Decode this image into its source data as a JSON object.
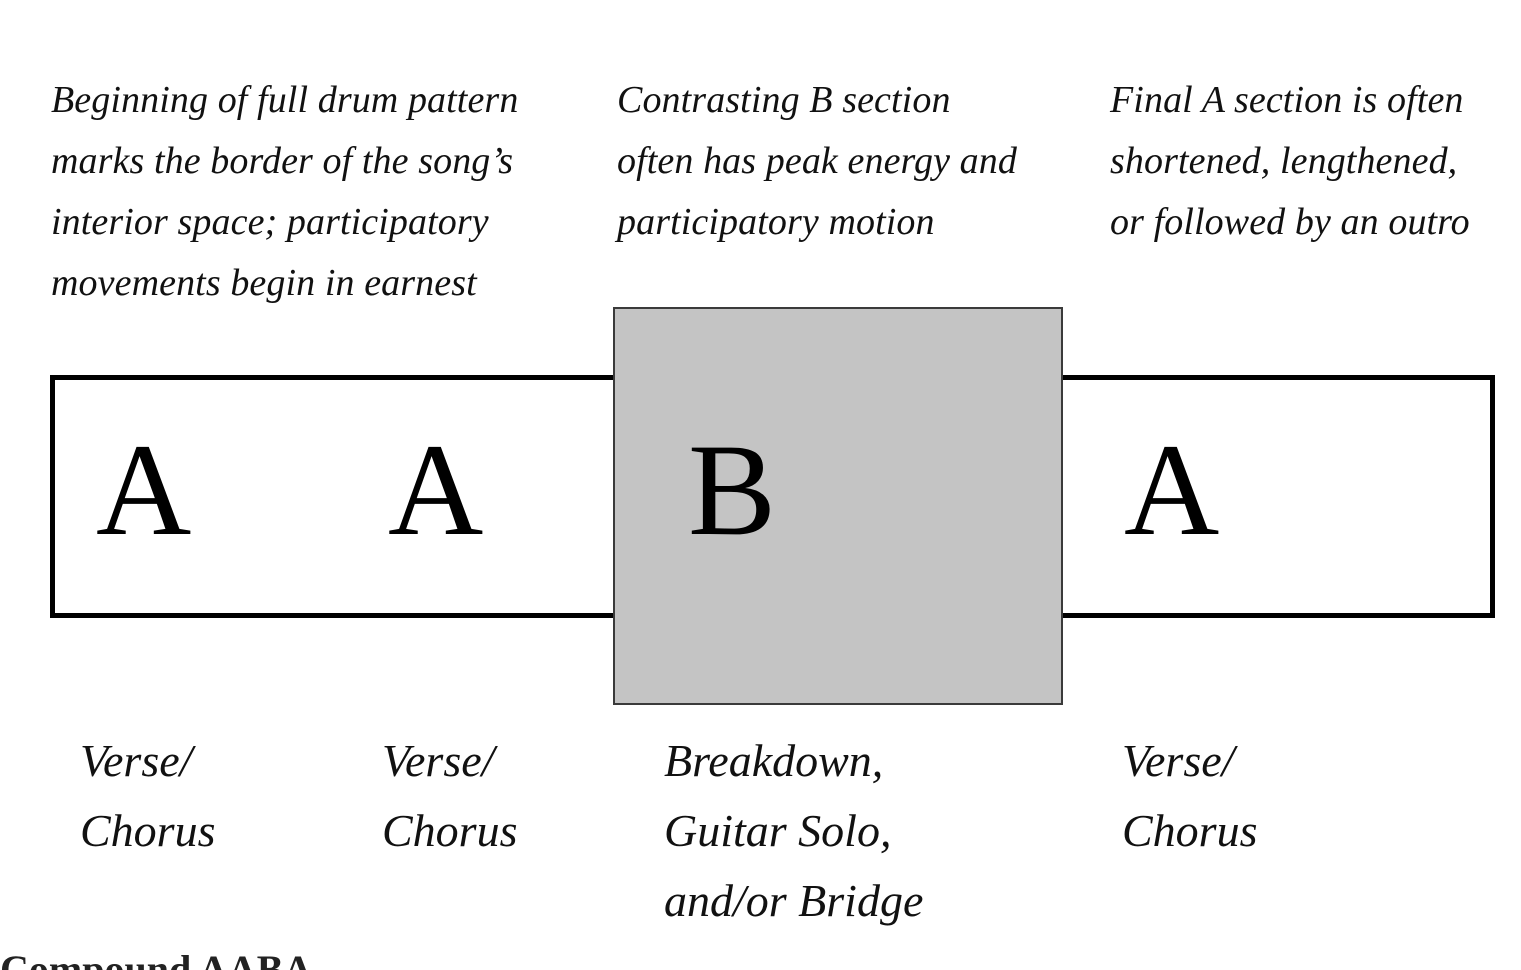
{
  "figure": {
    "caption": "Compound AABA",
    "colors": {
      "page_background": "#ffffff",
      "outline": "#000000",
      "b_section_fill": "#c4c4c4",
      "b_section_border": "#3a3a3a",
      "text": "#111111"
    }
  },
  "annotations": [
    {
      "id": "a1",
      "target": "first-a-section",
      "text": "Beginning of full drum pattern\nmarks the border of the song’s\ninterior space; participatory\nmovements begin in earnest"
    },
    {
      "id": "b",
      "target": "b-section",
      "text": "Contrasting B section\noften has peak energy and\nparticipatory motion"
    },
    {
      "id": "a3",
      "target": "final-a-section",
      "text": "Final A section is often\nshortened, lengthened,\nor followed by an outro"
    }
  ],
  "sections": [
    {
      "id": "a1",
      "letter": "A",
      "caption": "Verse/\nChorus",
      "highlighted": false
    },
    {
      "id": "a2",
      "letter": "A",
      "caption": "Verse/\nChorus",
      "highlighted": false
    },
    {
      "id": "b",
      "letter": "B",
      "caption": "Breakdown,\nGuitar Solo,\nand/or Bridge",
      "highlighted": true
    },
    {
      "id": "a3",
      "letter": "A",
      "caption": "Verse/\nChorus",
      "highlighted": false
    }
  ]
}
